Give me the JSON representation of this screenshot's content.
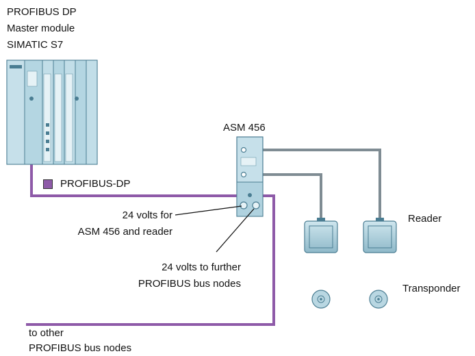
{
  "labels": {
    "master_line1": "PROFIBUS DP",
    "master_line2": "Master module",
    "master_line3": "SIMATIC S7",
    "profibus_dp": "PROFIBUS-DP",
    "asm": "ASM 456",
    "reader": "Reader",
    "transponder": "Transponder",
    "power_line1": "24 volts for",
    "power_line2": "ASM 456 and reader",
    "further_line1": "24 volts to further",
    "further_line2": "PROFIBUS bus nodes",
    "other_line1": "to other",
    "other_line2": "PROFIBUS bus nodes"
  },
  "colors": {
    "profibus_cable": "#8e5aa8",
    "reader_cable": "#7f8c93",
    "device_fill": "#b9d7e2",
    "device_stroke": "#4a7d92"
  }
}
